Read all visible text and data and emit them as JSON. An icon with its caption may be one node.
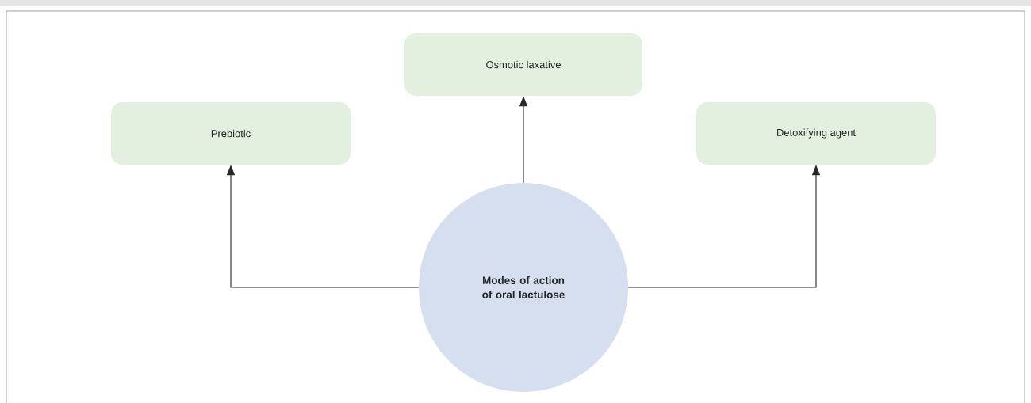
{
  "diagram": {
    "nodes": [
      {
        "text": [
          "Osmotic laxative"
        ]
      },
      {
        "text": [
          "Prebiotic"
        ]
      },
      {
        "text": [
          "Detoxifying agent"
        ]
      },
      {
        "text": [
          "**Modes of action of oral lactulose**"
        ]
      }
    ],
    "edges": [
      {
        "from": 3,
        "to": 0,
        "arrow": "to"
      },
      {
        "from": 3,
        "to": 1,
        "arrow": "to"
      },
      {
        "from": 3,
        "to": 2,
        "arrow": "to"
      }
    ]
  }
}
